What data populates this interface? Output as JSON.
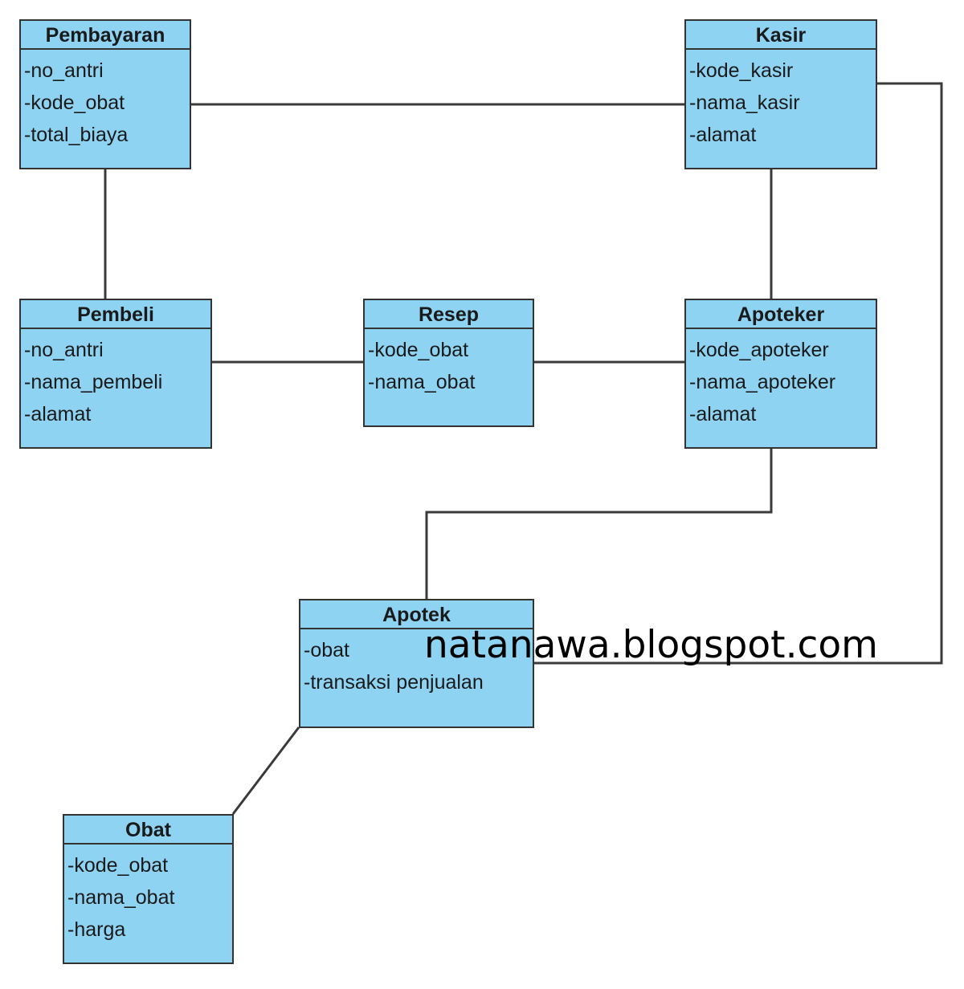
{
  "diagram": {
    "classes": {
      "pembayaran": {
        "name": "Pembayaran",
        "attributes": [
          "-no_antri",
          "-kode_obat",
          "-total_biaya"
        ]
      },
      "kasir": {
        "name": "Kasir",
        "attributes": [
          "-kode_kasir",
          "-nama_kasir",
          "-alamat"
        ]
      },
      "pembeli": {
        "name": "Pembeli",
        "attributes": [
          "-no_antri",
          "-nama_pembeli",
          "-alamat"
        ]
      },
      "resep": {
        "name": "Resep",
        "attributes": [
          "-kode_obat",
          "-nama_obat"
        ]
      },
      "apoteker": {
        "name": "Apoteker",
        "attributes": [
          "-kode_apoteker",
          "-nama_apoteker",
          "-alamat"
        ]
      },
      "apotek": {
        "name": "Apotek",
        "attributes": [
          "-obat",
          "-transaksi penjualan"
        ]
      },
      "obat": {
        "name": "Obat",
        "attributes": [
          "-kode_obat",
          "-nama_obat",
          "-harga"
        ]
      }
    },
    "associations": [
      {
        "from": "Pembayaran",
        "to": "Kasir"
      },
      {
        "from": "Pembayaran",
        "to": "Pembeli"
      },
      {
        "from": "Kasir",
        "to": "Apoteker"
      },
      {
        "from": "Kasir",
        "to": "Apotek"
      },
      {
        "from": "Pembeli",
        "to": "Resep"
      },
      {
        "from": "Resep",
        "to": "Apoteker"
      },
      {
        "from": "Apoteker",
        "to": "Apotek"
      },
      {
        "from": "Apotek",
        "to": "Obat"
      }
    ],
    "fill_color": "#8fd3f3",
    "line_color": "#333333"
  },
  "watermark": "natanawa.blogspot.com"
}
